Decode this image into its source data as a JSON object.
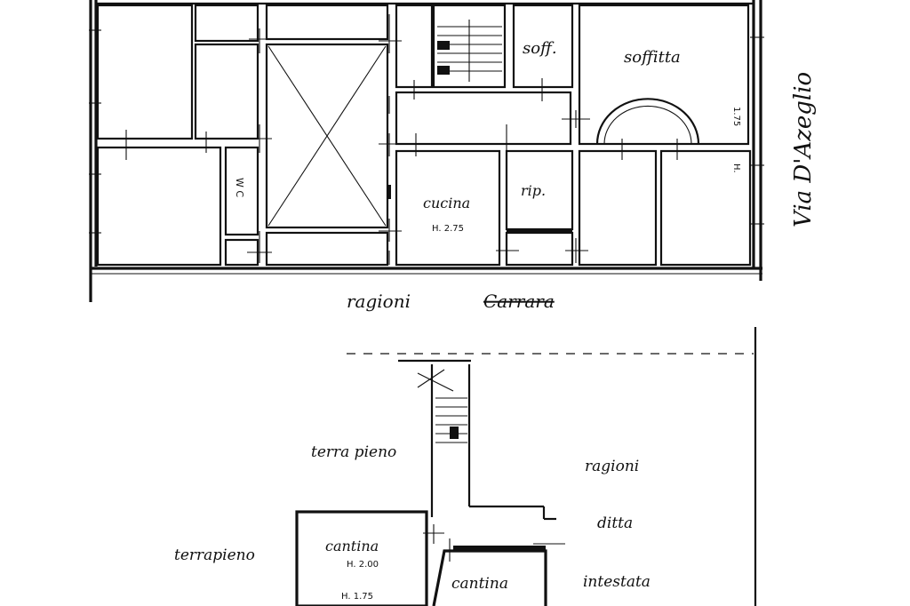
{
  "upper_floor": {
    "rooms": {
      "soff": "soff.",
      "soffitta": "soffitta",
      "soffitta_height": "1.75",
      "soffitta_h_mark": "H.",
      "wc": "W C",
      "cucina": "cucina",
      "cucina_height": "H. 2.75",
      "rip": "rip."
    },
    "street_right": "Via D'Azeglio",
    "neighbor_bottom_1": "ragioni",
    "neighbor_bottom_2": "Carrara"
  },
  "lower_floor": {
    "left_top": "terra pieno",
    "left": "terrapieno",
    "cantina_left": "cantina",
    "cantina_left_height": "H. 2.00",
    "cantina_left_height2": "H. 1.75",
    "cantina_right": "cantina",
    "right_1": "ragioni",
    "right_2": "ditta",
    "right_3": "intestata"
  }
}
